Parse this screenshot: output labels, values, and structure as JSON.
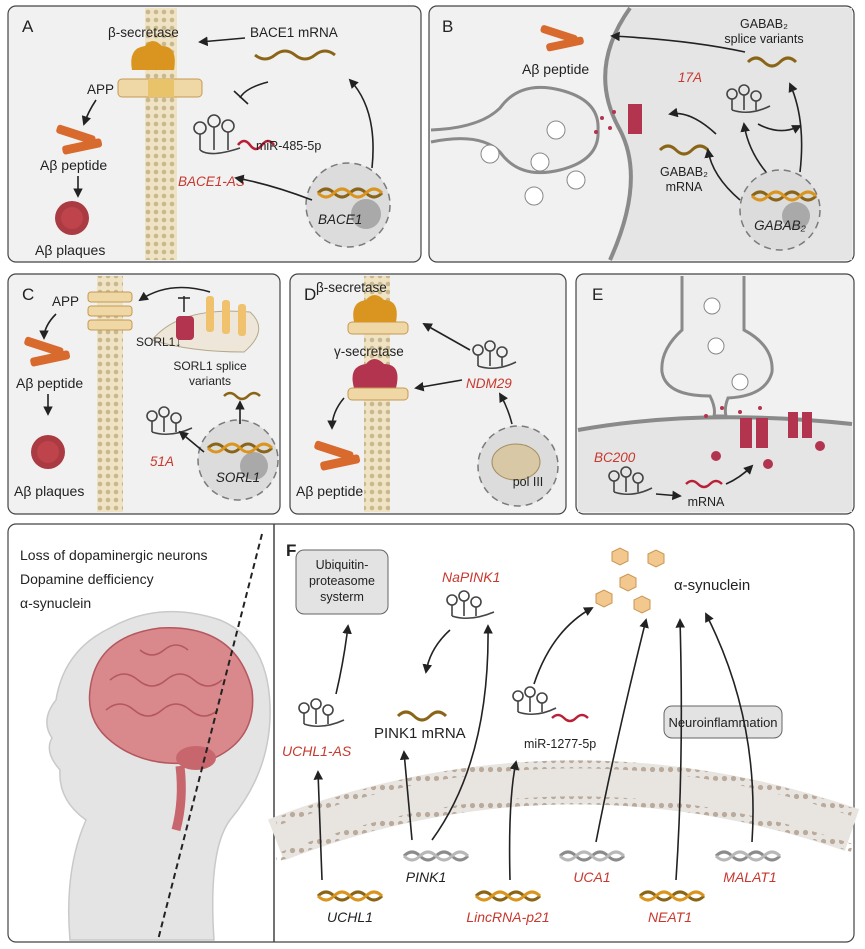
{
  "panels": {
    "A": {
      "letter": "A",
      "b_secretase": "β-secretase",
      "bace1_mrna": "BACE1 mRNA",
      "app": "APP",
      "ab_peptide": "Aβ peptide",
      "ab_plaques": "Aβ plaques",
      "mir": "miR-485-5p",
      "bace1_as": "BACE1-AS",
      "bace1_gene": "BACE1"
    },
    "B": {
      "letter": "B",
      "ab_peptide": "Aβ peptide",
      "splice_1": "GABAB₂",
      "splice_2": "splice variants",
      "lnc": "17A",
      "mrna_1": "GABAB₂",
      "mrna_2": "mRNA",
      "gene": "GABAB₂"
    },
    "C": {
      "letter": "C",
      "app": "APP",
      "ab_peptide": "Aβ peptide",
      "ab_plaques": "Aβ plaques",
      "sorl1_down": "SORL1↓",
      "splice_1": "SORL1 splice",
      "splice_2": "variants",
      "lnc": "51A",
      "gene": "SORL1"
    },
    "D": {
      "letter": "D",
      "b_secretase": "β-secretase",
      "g_secretase": "γ-secretase",
      "lnc": "NDM29",
      "ab_peptide": "Aβ peptide",
      "pol": "pol III"
    },
    "E": {
      "letter": "E",
      "lnc": "BC200",
      "mrna": "mRNA"
    },
    "brain": {
      "line1": "Loss of dopaminergic neurons",
      "line2": "Dopamine defficiency",
      "line3": "α-synuclein"
    },
    "F": {
      "letter": "F",
      "ups_1": "Ubiquitin-",
      "ups_2": "proteasome",
      "ups_3": "systerm",
      "napink1": "NaPINK1",
      "asyn": "α-synuclein",
      "pink1_mrna": "PINK1 mRNA",
      "uchl1_as": "UCHL1-AS",
      "mir": "miR-1277-5p",
      "neuroinflammation": "Neuroinflammation",
      "genes": [
        "UCHL1",
        "PINK1",
        "LincRNA-p21",
        "UCA1",
        "NEAT1",
        "MALAT1"
      ]
    }
  },
  "colors": {
    "panel_bg": "#f1f1f1",
    "red_text": "#c8382e",
    "gold": "#d9951f",
    "crimson": "#b3344f",
    "orange": "#d86a2e",
    "membrane": "#e9d9b3"
  }
}
